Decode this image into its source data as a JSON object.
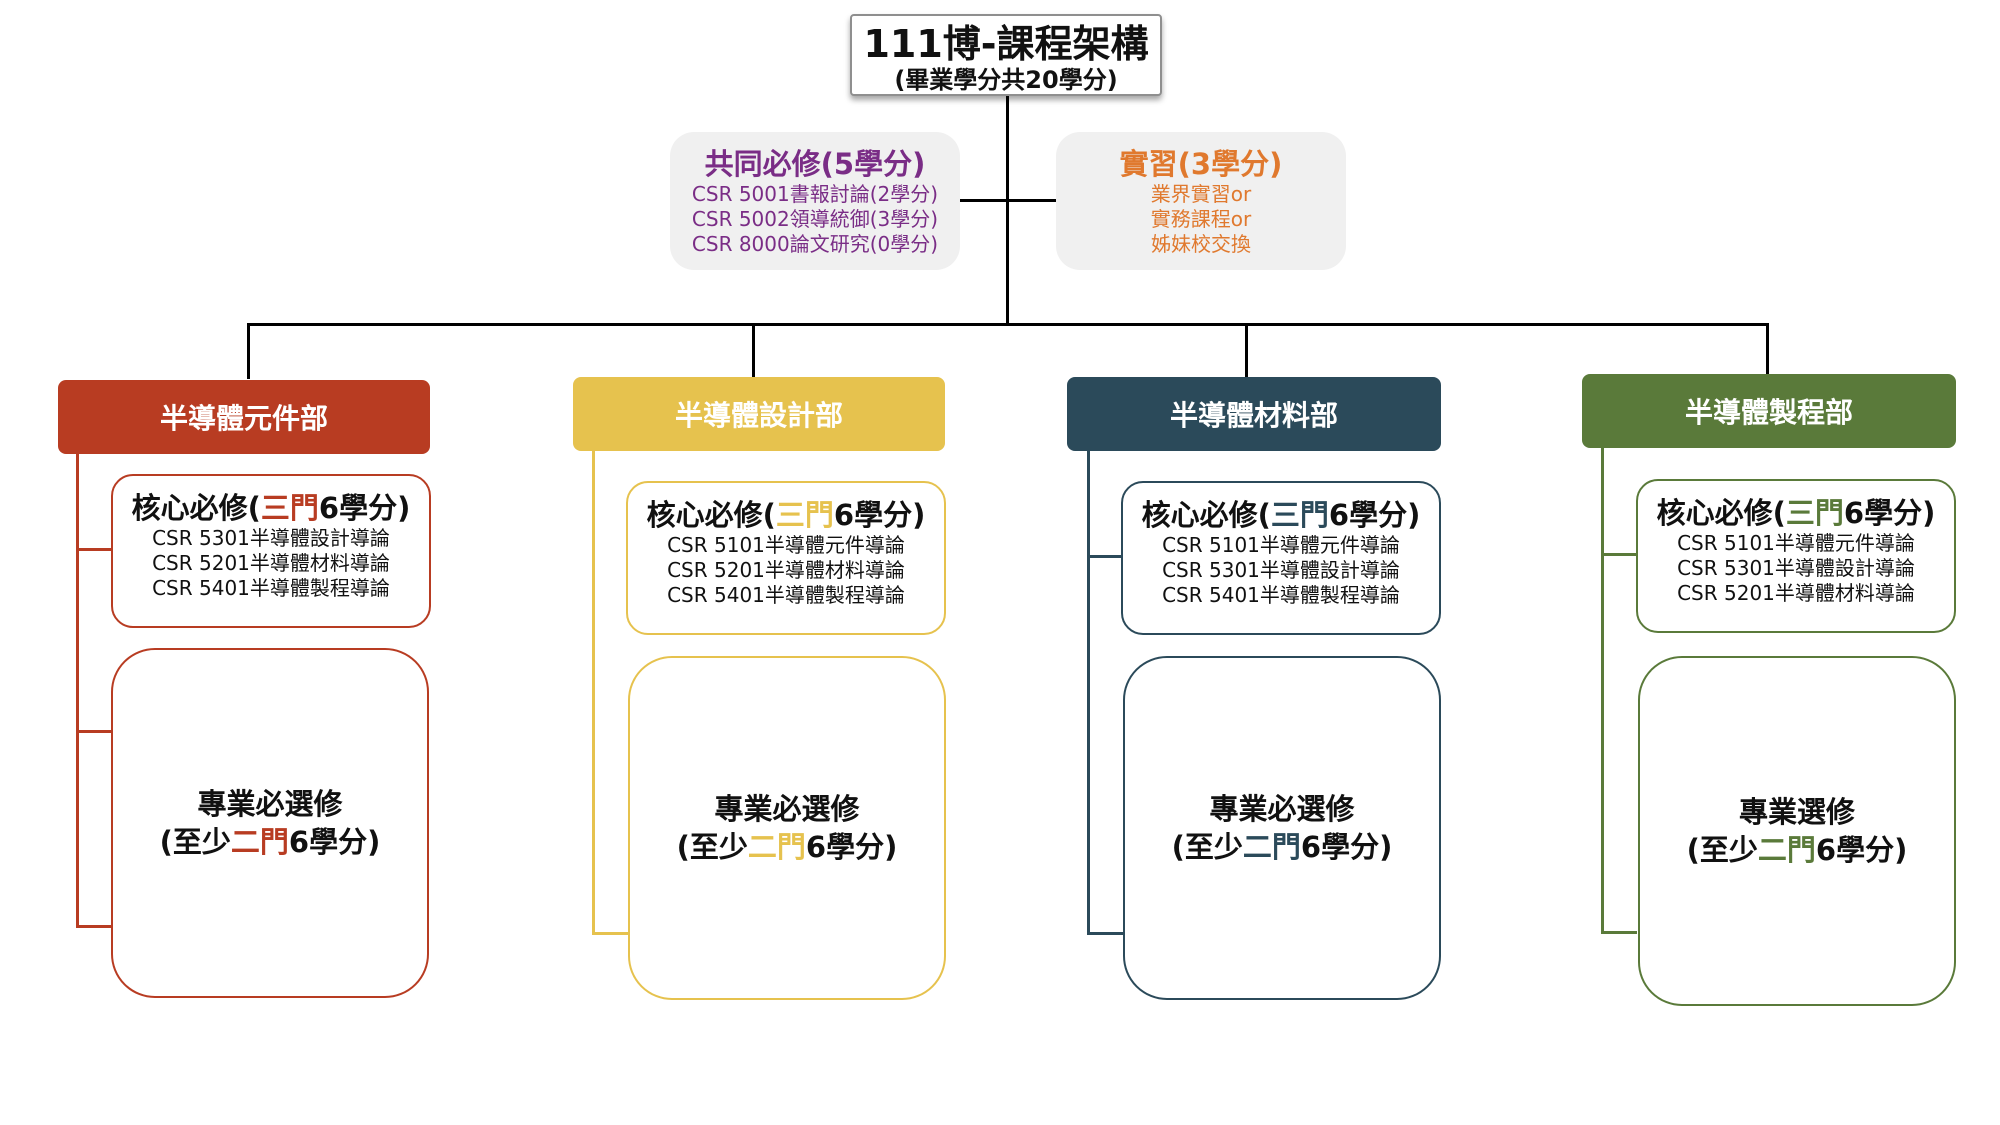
{
  "title": {
    "main": "111博-課程架構",
    "sub": "(畢業學分共20學分)"
  },
  "common": {
    "heading": "共同必修(5學分)",
    "lines": [
      "CSR 5001書報討論(2學分)",
      "CSR 5002領導統御(3學分)",
      "CSR 8000論文研究(0學分)"
    ],
    "color": "#7a2d86"
  },
  "internship": {
    "heading": "實習(3學分)",
    "lines": [
      "業界實習or",
      "實務課程or",
      "姊妹校交換"
    ],
    "color": "#e0792e"
  },
  "departments": [
    {
      "name": "半導體元件部",
      "color": "#b83c22",
      "core": {
        "prefix": "核心必修(",
        "highlight": "三門",
        "suffix": "6學分)",
        "courses": [
          "CSR 5301半導體設計導論",
          "CSR 5201半導體材料導論",
          "CSR 5401半導體製程導論"
        ]
      },
      "elective": {
        "line1": "專業必選修",
        "prefix": "(至少",
        "highlight": "二門",
        "suffix": "6學分)"
      }
    },
    {
      "name": "半導體設計部",
      "color": "#e6c24e",
      "core": {
        "prefix": "核心必修(",
        "highlight": "三門",
        "suffix": "6學分)",
        "courses": [
          "CSR 5101半導體元件導論",
          "CSR 5201半導體材料導論",
          "CSR 5401半導體製程導論"
        ]
      },
      "elective": {
        "line1": "專業必選修",
        "prefix": "(至少",
        "highlight": "二門",
        "suffix": "6學分)"
      }
    },
    {
      "name": "半導體材料部",
      "color": "#2b4a5a",
      "core": {
        "prefix": "核心必修(",
        "highlight": "三門",
        "suffix": "6學分)",
        "courses": [
          "CSR 5101半導體元件導論",
          "CSR 5301半導體設計導論",
          "CSR 5401半導體製程導論"
        ]
      },
      "elective": {
        "line1": "專業必選修",
        "prefix": "(至少",
        "highlight": "二門",
        "suffix": "6學分)"
      }
    },
    {
      "name": "半導體製程部",
      "color": "#5a7a3a",
      "core": {
        "prefix": "核心必修(",
        "highlight": "三門",
        "suffix": "6學分)",
        "courses": [
          "CSR 5101半導體元件導論",
          "CSR 5301半導體設計導論",
          "CSR 5201半導體材料導論"
        ]
      },
      "elective": {
        "line1": "專業選修",
        "prefix": "(至少",
        "highlight": "二門",
        "suffix": "6學分)"
      }
    }
  ]
}
